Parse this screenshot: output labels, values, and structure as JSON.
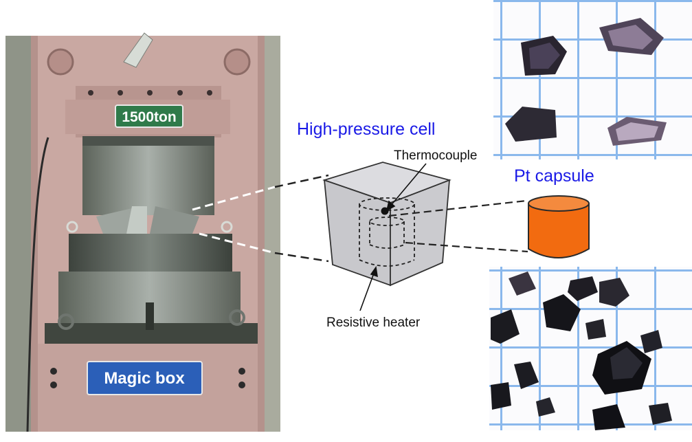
{
  "press": {
    "badge_top": "1500ton",
    "badge_bottom": "Magic box"
  },
  "cell": {
    "title": "High-pressure cell",
    "thermocouple_label": "Thermocouple",
    "heater_label": "Resistive heater"
  },
  "capsule": {
    "title": "Pt capsule"
  },
  "colors": {
    "title_blue": "#1a1ae6",
    "capsule_orange": "#f26b10",
    "cell_gray": "#c8c8cc",
    "press_pink": "#c9a8a2",
    "grid_blue": "#8ab8ec"
  }
}
